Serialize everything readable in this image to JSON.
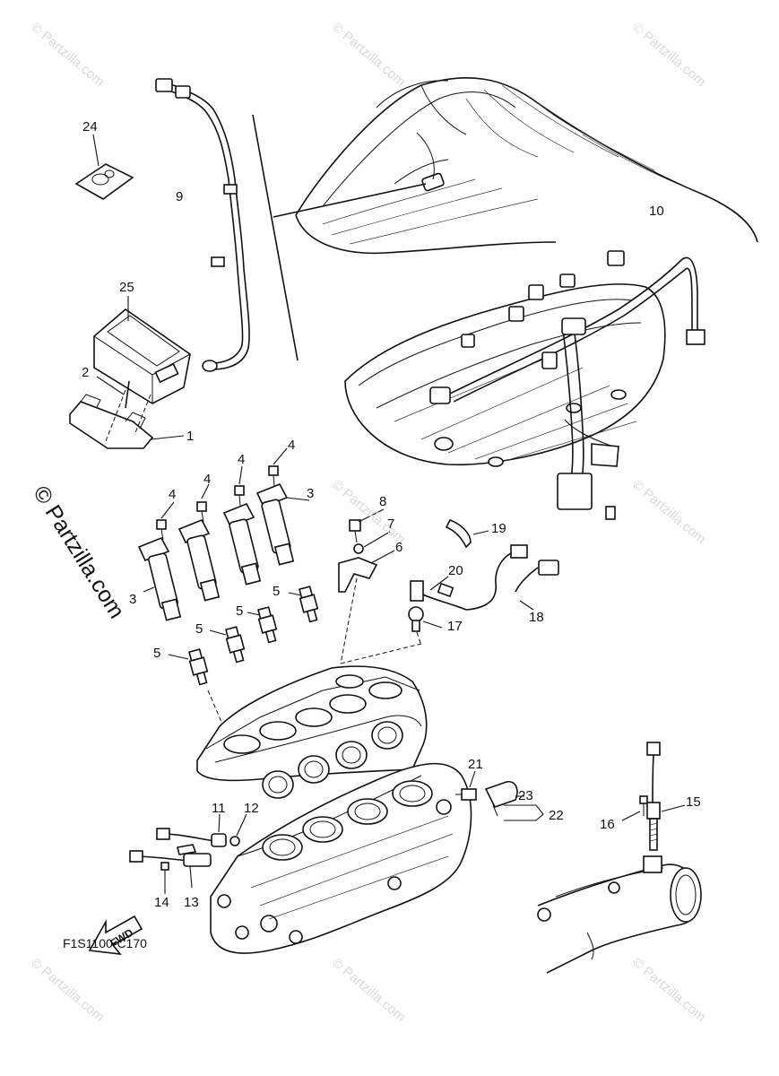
{
  "diagram": {
    "code": "F1S1100-C170",
    "fwd_label": "FWD",
    "watermark_small": "© Partzilla.com",
    "watermark_large": "© Partzilla.com"
  },
  "callouts": {
    "c1": "1",
    "c2": "2",
    "c3a": "3",
    "c3b": "3",
    "c4a": "4",
    "c4b": "4",
    "c4c": "4",
    "c4d": "4",
    "c5a": "5",
    "c5b": "5",
    "c5c": "5",
    "c5d": "5",
    "c6": "6",
    "c7": "7",
    "c8": "8",
    "c9": "9",
    "c10": "10",
    "c11": "11",
    "c12": "12",
    "c13": "13",
    "c14": "14",
    "c15": "15",
    "c16": "16",
    "c17": "17",
    "c18": "18",
    "c19": "19",
    "c20": "20",
    "c21": "21",
    "c22": "22",
    "c23": "23",
    "c24": "24",
    "c25": "25"
  }
}
